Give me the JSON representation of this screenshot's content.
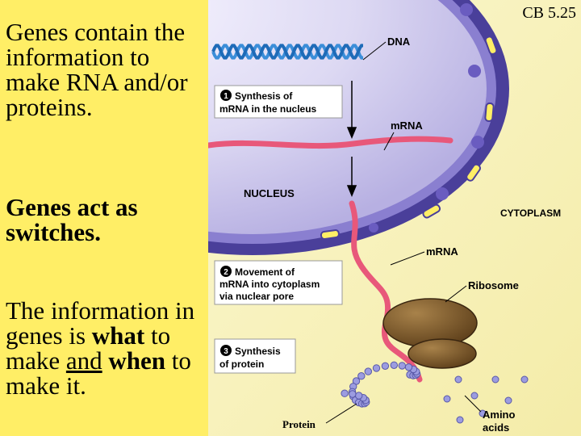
{
  "slide": {
    "ref": "CB 5.25",
    "p1": "Genes contain the information to make RNA and/or proteins.",
    "p2": "Genes act as switches.",
    "p3": {
      "a": "The information in genes is ",
      "b": "what",
      "c": " to make ",
      "d": "and",
      "e": "when",
      "f": " to make it."
    }
  },
  "diagram": {
    "labels": {
      "dna": "DNA",
      "mrna_nucleus": "mRNA",
      "nucleus": "NUCLEUS",
      "cytoplasm": "CYTOPLASM",
      "mrna_cyto": "mRNA",
      "ribosome": "Ribosome",
      "protein": "Protein",
      "amino_line1": "Amino",
      "amino_line2": "acids"
    },
    "steps": [
      {
        "num": "1",
        "line1": "Synthesis of",
        "line2": "mRNA in the nucleus",
        "line3": ""
      },
      {
        "num": "2",
        "line1": "Movement of",
        "line2": "mRNA into cytoplasm",
        "line3": "via nuclear pore"
      },
      {
        "num": "3",
        "line1": "Synthesis",
        "line2": "of protein",
        "line3": ""
      }
    ],
    "colors": {
      "background": "#ffee66",
      "nucleus_outer": "#5a4faf",
      "nucleus_inner": "#d6d2f0",
      "dna": "#3b8ed9",
      "mrna": "#e8587a",
      "ribosome": "#6b4a23",
      "amino": "#9c9ce0"
    }
  }
}
